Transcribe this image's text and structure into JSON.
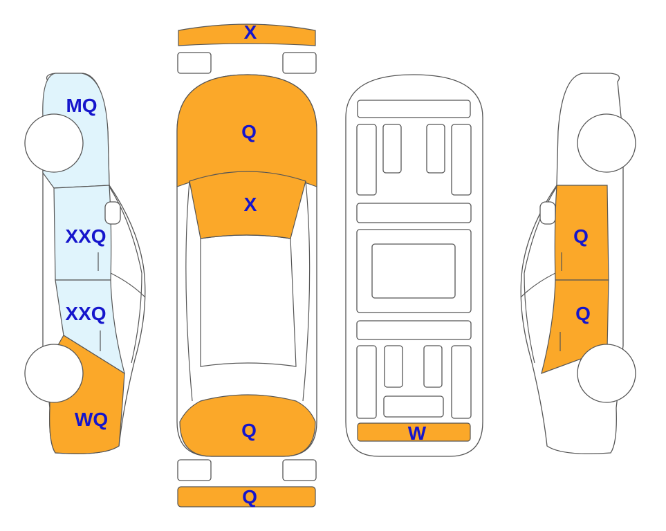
{
  "legend_colors": {
    "damaged": "#FBA829",
    "glass": "#E0F4FC"
  },
  "panels": {
    "front_bumper": "X",
    "hood": "Q",
    "windshield": "X",
    "trunk_lid": "Q",
    "rear_bumper": "Q",
    "underbody_rear": "W",
    "left_front_fender": "MQ",
    "left_front_door": "XXQ",
    "left_rear_door": "XXQ",
    "left_rear_quarter": "WQ",
    "right_front_door": "Q",
    "right_rear_door": "Q"
  }
}
